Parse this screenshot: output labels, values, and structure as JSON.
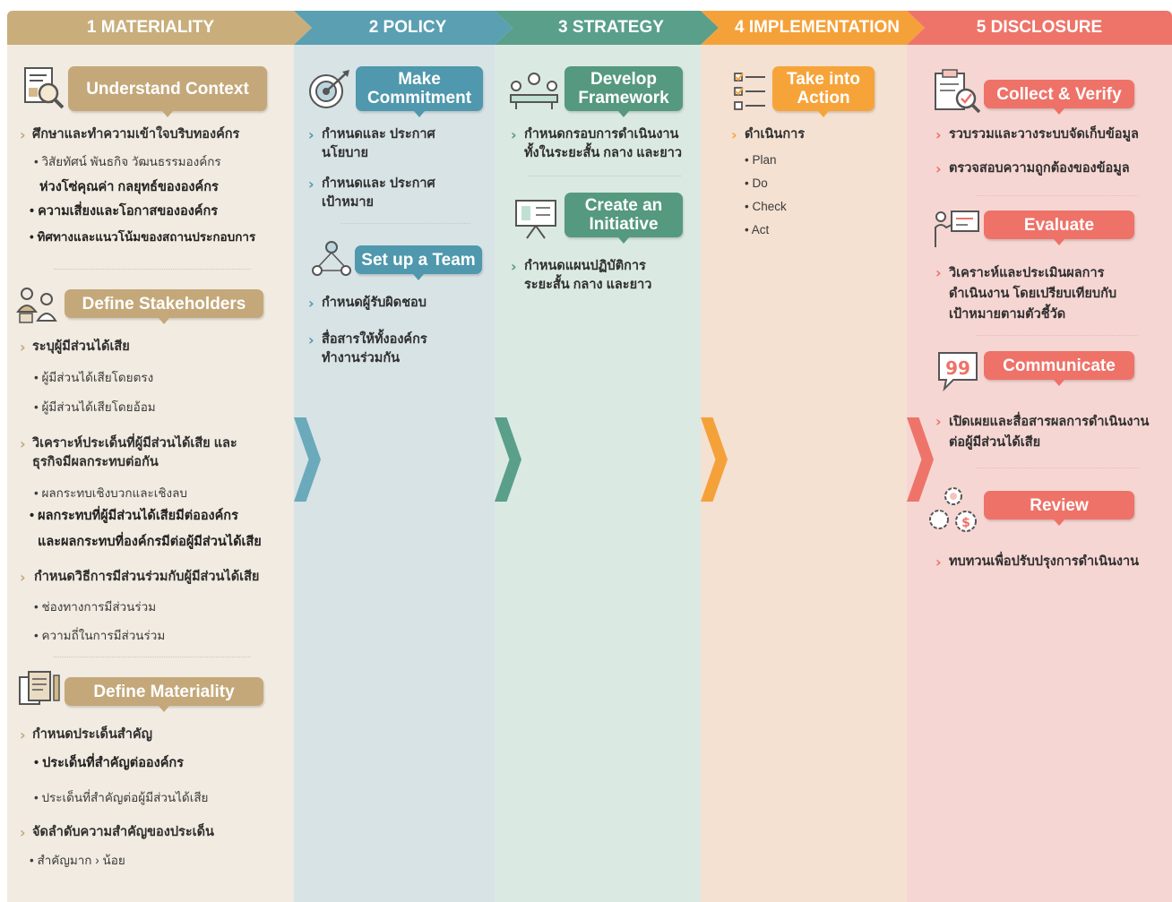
{
  "headers": [
    "1 MATERIALITY",
    "2 POLICY",
    "3 STRATEGY",
    "4 IMPLEMENTATION",
    "5 DISCLOSURE"
  ],
  "colors": {
    "materiality": "#c9ae7c",
    "policy": "#5a9fb2",
    "strategy": "#5a9f8a",
    "implementation": "#f5a13a",
    "disclosure": "#ee7469"
  },
  "materiality": {
    "context": {
      "title": "Understand Context",
      "item": "ศึกษาและทำความเข้าใจบริบทองค์กร",
      "subs": [
        "• วิสัยทัศน์ พันธกิจ วัฒนธรรมองค์กร",
        "ห่วงโซ่คุณค่า กลยุทธ์ขององค์กร",
        "• ความเสี่ยงและโอกาสขององค์กร",
        "• ทิศทางและแนวโน้มของสถานประกอบการ"
      ]
    },
    "stakeholders": {
      "title": "Define Stakeholders",
      "item1": "ระบุผู้มีส่วนได้เสีย",
      "item1_subs": [
        "• ผู้มีส่วนได้เสียโดยตรง",
        "• ผู้มีส่วนได้เสียโดยอ้อม"
      ],
      "item2": "วิเคราะห์ประเด็นที่ผู้มีส่วนได้เสีย และธุรกิจมีผลกระทบต่อกัน",
      "item2_subs": [
        "• ผลกระทบเชิงบวกและเชิงลบ",
        "• ผลกระทบที่ผู้มีส่วนได้เสียมีต่อองค์กร",
        "และผลกระทบที่องค์กรมีต่อผู้มีส่วนได้เสีย"
      ],
      "item3": "กำหนดวิธีการมีส่วนร่วมกับผู้มีส่วนได้เสีย",
      "item3_subs": [
        "• ช่องทางการมีส่วนร่วม",
        "• ความถี่ในการมีส่วนร่วม"
      ]
    },
    "materiality": {
      "title": "Define Materiality",
      "item1": "กำหนดประเด็นสำคัญ",
      "item1_subs": [
        "• ประเด็นที่สำคัญต่อองค์กร",
        "• ประเด็นที่สำคัญต่อผู้มีส่วนได้เสีย"
      ],
      "item2": "จัดลำดับความสำคัญของประเด็น",
      "item2_subs": [
        "• สำคัญมาก › น้อย"
      ]
    }
  },
  "policy": {
    "commitment": {
      "title": "Make Commitment",
      "items": [
        "กำหนดและ ประกาศนโยบาย",
        "กำหนดและ ประกาศเป้าหมาย"
      ]
    },
    "team": {
      "title": "Set up a Team",
      "items": [
        "กำหนดผู้รับผิดชอบ",
        "สื่อสารให้ทั้งองค์กร ทำงานร่วมกัน"
      ]
    }
  },
  "strategy": {
    "framework": {
      "title": "Develop Framework",
      "items": [
        "กำหนดกรอบการดำเนินงาน ทั้งในระยะสั้น กลาง และยาว"
      ]
    },
    "initiative": {
      "title": "Create an Initiative",
      "items": [
        "กำหนดแผนปฏิบัติการ ระยะสั้น กลาง และยาว"
      ]
    }
  },
  "implementation": {
    "action": {
      "title": "Take into Action",
      "item": "ดำเนินการ",
      "subs": [
        "• Plan",
        "• Do",
        "• Check",
        "• Act"
      ]
    }
  },
  "disclosure": {
    "collect": {
      "title": "Collect & Verify",
      "items": [
        "รวบรวมและวางระบบจัดเก็บข้อมูล",
        "ตรวจสอบความถูกต้องของข้อมูล"
      ]
    },
    "evaluate": {
      "title": "Evaluate",
      "items": [
        "วิเคราะห์และประเมินผลการ ดำเนินงาน โดยเปรียบเทียบกับ เป้าหมายตามตัวชี้วัด"
      ]
    },
    "communicate": {
      "title": "Communicate",
      "items": [
        "เปิดเผยและสื่อสารผลการดำเนินงาน ต่อผู้มีส่วนได้เสีย"
      ]
    },
    "review": {
      "title": "Review",
      "items": [
        "ทบทวนเพื่อปรับปรุงการดำเนินงาน"
      ]
    }
  }
}
